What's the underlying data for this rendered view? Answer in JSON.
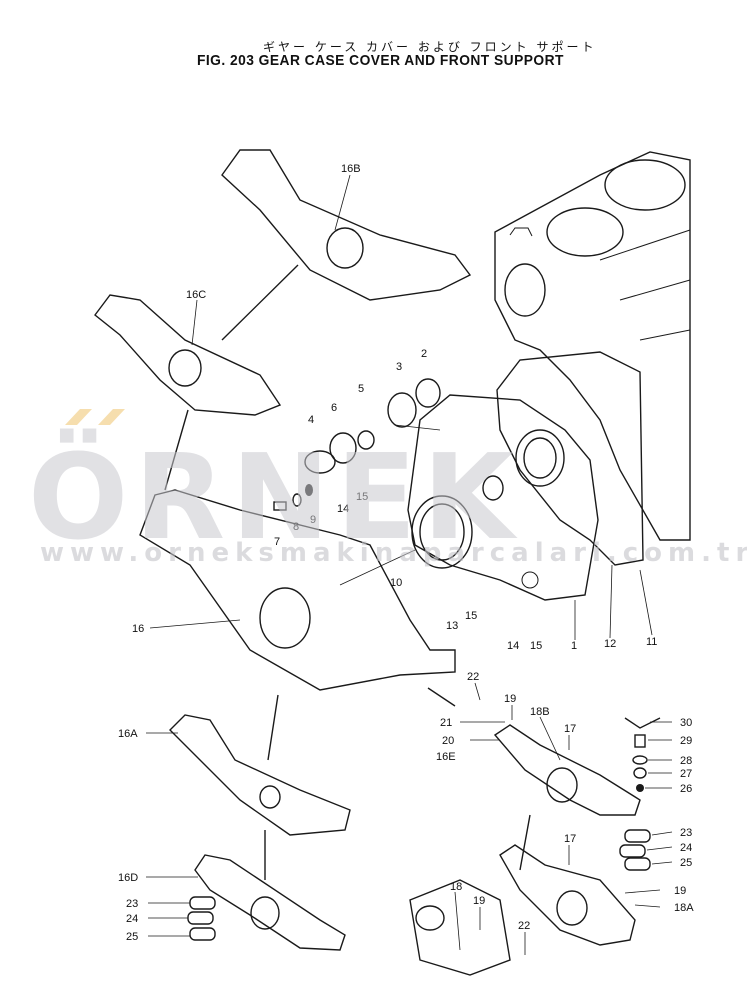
{
  "title_jp": "ギヤー ケース カバー および フロント サポート",
  "title_en": "FIG. 203  GEAR CASE COVER AND FRONT SUPPORT",
  "watermark": {
    "main": "ÖRNEK",
    "url": "www.orneksmakinaparcalari.com.tr"
  },
  "labels": {
    "p16B": "16B",
    "p16C": "16C",
    "p16": "16",
    "p16A": "16A",
    "p16D": "16D",
    "p16E": "16E",
    "p1": "1",
    "p2": "2",
    "p3": "3",
    "p4": "4",
    "p5": "5",
    "p6": "6",
    "p7": "7",
    "p8": "8",
    "p9": "9",
    "p10": "10",
    "p11": "11",
    "p12": "12",
    "p13": "13",
    "p14a": "14",
    "p14b": "14",
    "p15a": "15",
    "p15b": "15",
    "p15c": "15",
    "p17a": "17",
    "p17b": "17",
    "p18": "18",
    "p18A": "18A",
    "p18B": "18B",
    "p19a": "19",
    "p19b": "19",
    "p19c": "19",
    "p20": "20",
    "p21": "21",
    "p22a": "22",
    "p22b": "22",
    "p23a": "23",
    "p23b": "23",
    "p24a": "24",
    "p24b": "24",
    "p25a": "25",
    "p25b": "25",
    "p26": "26",
    "p27": "27",
    "p28": "28",
    "p29": "29",
    "p30": "30"
  }
}
